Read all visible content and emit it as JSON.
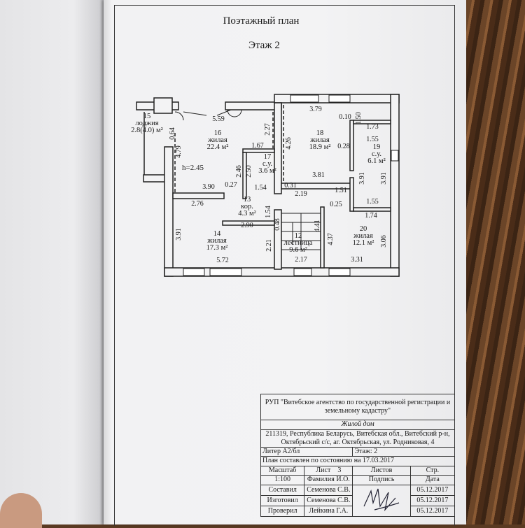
{
  "header": {
    "title": "Поэтажный план",
    "floor": "Этаж 2"
  },
  "plan": {
    "height_label": "h=2.45",
    "rooms": [
      {
        "num": "15",
        "name": "лоджия",
        "area": "2.8(4.0) м²"
      },
      {
        "num": "16",
        "name": "жилая",
        "area": "22.4 м²"
      },
      {
        "num": "17",
        "name": "с.у.",
        "area": "3.6 м²"
      },
      {
        "num": "13",
        "name": "кор.",
        "area": "4.3 м²"
      },
      {
        "num": "14",
        "name": "жилая",
        "area": "17.3 м²"
      },
      {
        "num": "12",
        "name": "лестница",
        "area": "9.6 м²"
      },
      {
        "num": "18",
        "name": "жилая",
        "area": "18.9 м²"
      },
      {
        "num": "19",
        "name": "с.у.",
        "area": "6.1 м²"
      },
      {
        "num": "20",
        "name": "жилая",
        "area": "12.1 м²"
      }
    ],
    "dimensions": [
      "5.59",
      "4.79",
      "0.64",
      "2.27",
      "1.67",
      "2.46",
      "2.50",
      "1.54",
      "3.90",
      "0.27",
      "2.76",
      "1.54",
      "2.90",
      "0.48",
      "3.91",
      "2.21",
      "5.72",
      "3.79",
      "0.10",
      "1.50",
      "1.73",
      "1.55",
      "4.26",
      "0.28",
      "3.81",
      "0.31",
      "2.19",
      "1.51",
      "3.91",
      "3.91",
      "1.55",
      "0.25",
      "1.74",
      "4.37",
      "4.41",
      "3.06",
      "2.17",
      "3.31"
    ]
  },
  "title_block": {
    "org": "РУП \"Витебское агентство по государственной регистрации и земельному кадастру\"",
    "object": "Жилой дом",
    "address": "211319, Республика Беларусь, Витебская обл., Витебский р-н, Октябрьский с/с, аг. Октябрьская, ул. Родниковая, 4",
    "liter": "Литер А2/бл",
    "floor": "Этаж: 2",
    "plan_date": "План составлен по состоянию на 17.03.2017",
    "headers": [
      "Масштаб",
      "Лист",
      "3",
      "Листов",
      "Стр."
    ],
    "scale": "1:100",
    "col_headers": [
      "Фамилия И.О.",
      "Подпись",
      "Дата"
    ],
    "rows": [
      {
        "role": "Составил",
        "name": "Семенова С.В.",
        "date": "05.12.2017"
      },
      {
        "role": "Изготовил",
        "name": "Семенова С.В.",
        "date": "05.12.2017"
      },
      {
        "role": "Проверил",
        "name": "Лейкина Г.А.",
        "date": "05.12.2017"
      }
    ]
  }
}
